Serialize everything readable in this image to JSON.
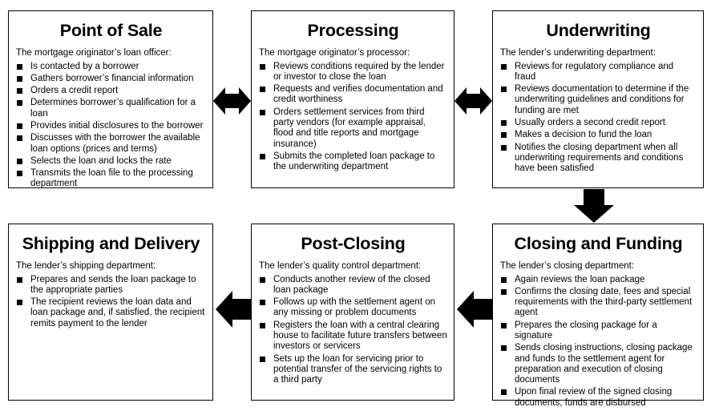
{
  "boxes": [
    {
      "title": "Point of Sale",
      "intro": "The mortgage originator’s loan officer:",
      "items": [
        "Is contacted by a borrower",
        "Gathers borrower’s financial information",
        "Orders a credit report",
        "Determines borrower’s qualification for a loan",
        "Provides initial disclosures to the borrower",
        "Discusses with the borrower the available loan options (prices and terms)",
        "Selects the loan and locks the rate",
        "Transmits the loan file to the processing department"
      ]
    },
    {
      "title": "Processing",
      "intro": "The mortgage originator’s processor:",
      "items": [
        "Reviews conditions required by the lender or investor to close the loan",
        "Requests and verifies documentation and credit worthiness",
        "Orders settlement services from third party vendors (for example appraisal, flood and title reports and mortgage insurance)",
        "Submits the completed loan package to the underwriting department"
      ]
    },
    {
      "title": "Underwriting",
      "intro": "The lender’s underwriting department:",
      "items": [
        "Reviews for regulatory compliance and fraud",
        "Reviews documentation to determine if the underwriting guidelines and conditions for funding are met",
        "Usually orders a second credit report",
        "Makes a decision to fund the loan",
        "Notifies the closing department when all underwriting requirements and conditions have been satisfied"
      ]
    },
    {
      "title": "Shipping and Delivery",
      "intro": "The lender’s shipping department:",
      "items": [
        "Prepares and sends the loan package to the appropriate parties",
        "The recipient reviews the loan data and loan package and, if satisfied, the recipient remits payment to the lender"
      ]
    },
    {
      "title": "Post-Closing",
      "intro": "The lender’s quality control department:",
      "items": [
        "Conducts another review of the closed loan package",
        "Follows up with the settlement agent on any missing or problem documents",
        "Registers the loan with a central clearing house to facilitate future transfers between investors or servicers",
        "Sets up the loan for servicing prior to potential transfer of the servicing rights to a third party"
      ]
    },
    {
      "title": "Closing and Funding",
      "intro": "The lender’s closing department:",
      "items": [
        "Again reviews the loan package",
        "Confirms the closing date, fees and special requirements with the third-party settlement agent",
        "Prepares the closing package for a signature",
        "Sends closing instructions, closing package and funds to the settlement agent for preparation and execution of closing documents",
        "Upon final review of the signed closing documents, funds are disbursed"
      ]
    }
  ]
}
